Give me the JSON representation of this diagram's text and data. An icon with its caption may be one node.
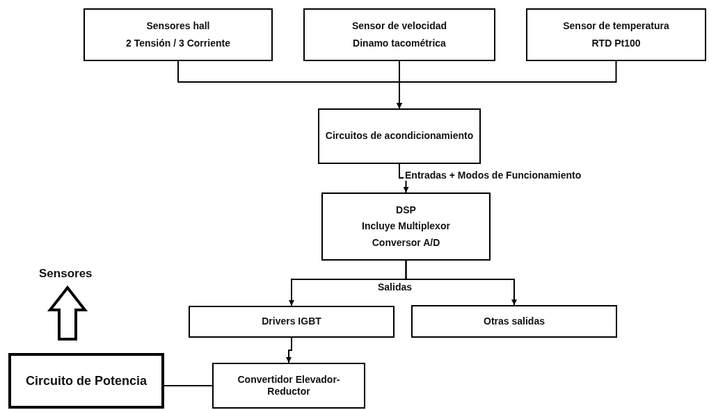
{
  "diagram": {
    "nodes": [
      {
        "text": [
          "Sensores hall",
          "2 Tensión / 3 Corriente"
        ]
      },
      {
        "text": [
          "Sensor de velocidad",
          "Dinamo tacométrica"
        ]
      },
      {
        "text": [
          "Sensor de temperatura",
          "RTD  Pt100"
        ]
      },
      {
        "text": [
          "Circuitos de acondicionamiento"
        ]
      },
      {
        "text": [
          "DSP",
          "Incluye Multiplexor",
          "Conversor A/D"
        ]
      },
      {
        "text": [
          "Drivers IGBT"
        ]
      },
      {
        "text": [
          "Otras salidas"
        ]
      },
      {
        "text": [
          "Convertidor Elevador-Reductor"
        ]
      },
      {
        "text": [
          "Circuito de Potencia"
        ]
      }
    ],
    "edges": [
      {
        "from": 0,
        "to": 3,
        "arrow": "to"
      },
      {
        "from": 1,
        "to": 3,
        "arrow": "to"
      },
      {
        "from": 2,
        "to": 3,
        "arrow": "to"
      },
      {
        "from": 3,
        "to": 4,
        "arrow": "to",
        "label": "Entradas + Modos de Funcionamiento"
      },
      {
        "from": 4,
        "to": 5,
        "arrow": "to",
        "label": "Salidas"
      },
      {
        "from": 4,
        "to": 6,
        "arrow": "to"
      },
      {
        "from": 5,
        "to": 7,
        "arrow": "to"
      },
      {
        "from": 8,
        "to": 7,
        "arrow": "none"
      }
    ],
    "labels": [
      "Sensores"
    ]
  }
}
